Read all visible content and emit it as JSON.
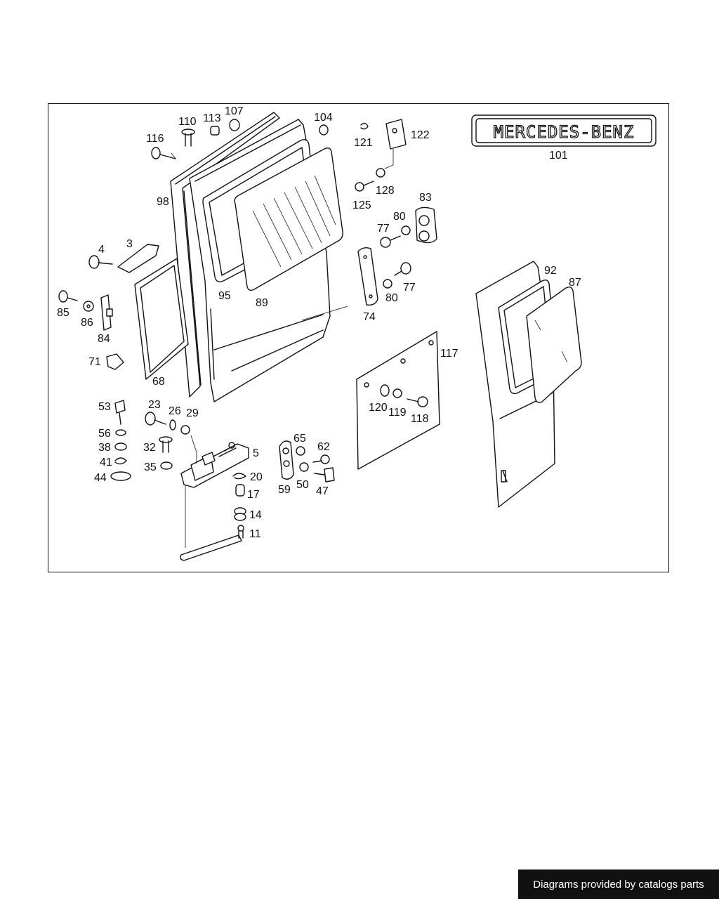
{
  "diagram": {
    "logo_text": "MERCEDES-BENZ",
    "part_labels": [
      "110",
      "113",
      "107",
      "104",
      "121",
      "122",
      "116",
      "101",
      "98",
      "128",
      "125",
      "83",
      "80",
      "77",
      "4",
      "3",
      "92",
      "87",
      "95",
      "89",
      "80",
      "77",
      "85",
      "86",
      "74",
      "84",
      "117",
      "71",
      "68",
      "53",
      "23",
      "26",
      "29",
      "56",
      "38",
      "41",
      "44",
      "32",
      "35",
      "5",
      "65",
      "62",
      "20",
      "17",
      "14",
      "11",
      "59",
      "50",
      "47",
      "120",
      "119",
      "118"
    ]
  },
  "footer": {
    "credit": "Diagrams provided by catalogs parts"
  }
}
